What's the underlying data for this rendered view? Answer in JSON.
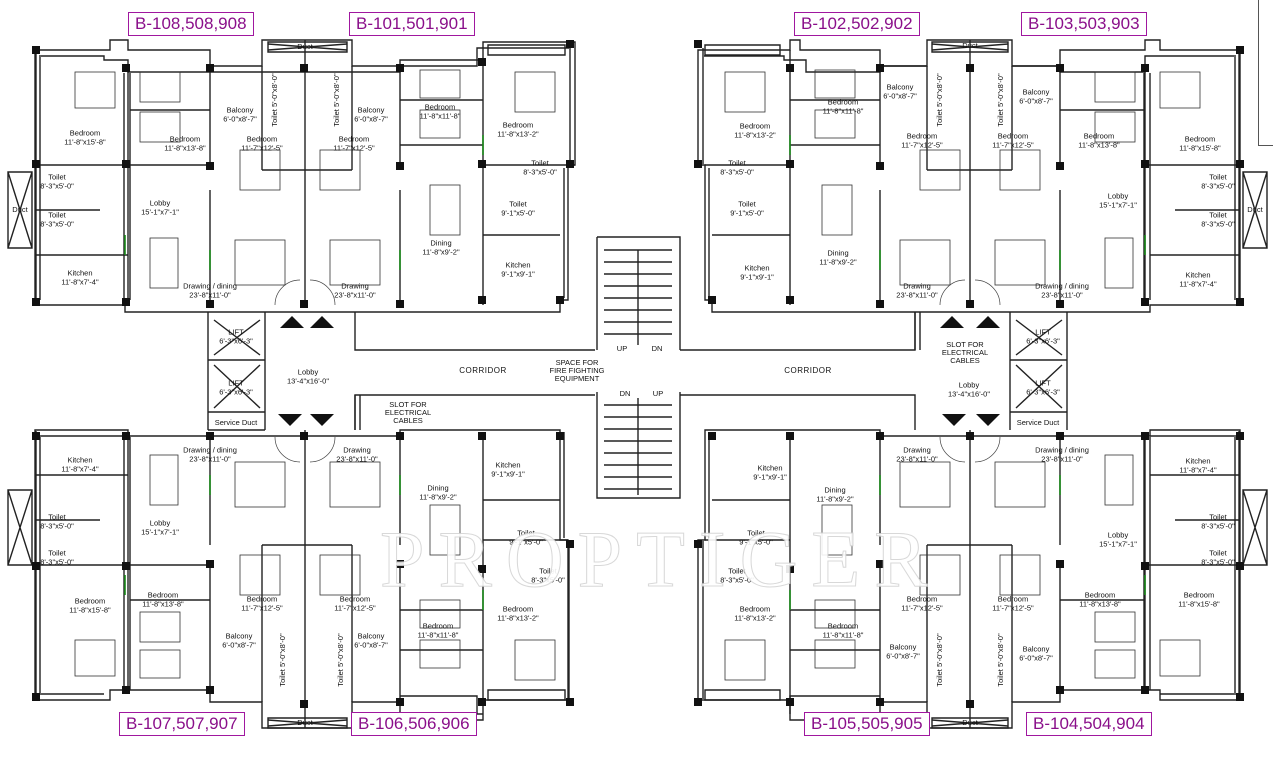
{
  "units": {
    "top_left_a": "B-108,508,908",
    "top_left_b": "B-101,501,901",
    "top_right_a": "B-102,502,902",
    "top_right_b": "B-103,503,903",
    "bottom_left_a": "B-107,507,907",
    "bottom_left_b": "B-106,506,906",
    "bottom_right_a": "B-105,505,905",
    "bottom_right_b": "B-104,504,904"
  },
  "core": {
    "corridor_left": "CORRIDOR",
    "corridor_right": "CORRIDOR",
    "fire_space": [
      "SPACE FOR",
      "FIRE FIGHTING",
      "EQUIPMENT"
    ],
    "lift": "LIFT",
    "lift_dim": "6'-3\"x6'-3\"",
    "lobby": "Lobby",
    "lobby_dim": "13'-4\"x16'-0\"",
    "service_duct": "Service Duct",
    "slot": [
      "SLOT FOR",
      "ELECTRICAL",
      "CABLES"
    ],
    "up": "UP",
    "dn": "DN",
    "duct": "Duct"
  },
  "rooms": {
    "bedroom": "Bedroom",
    "toilet": "Toilet",
    "kitchen": "Kitchen",
    "lobby": "Lobby",
    "balcony": "Balcony",
    "dining": "Dining",
    "drawing": "Drawing",
    "drawing_dining": "Drawing / dining"
  },
  "dims": {
    "bed_11_8x15_8": "11'-8\"x15'-8\"",
    "bed_11_8x13_8": "11'-8\"x13'-8\"",
    "bed_11_7x12_5": "11'-7\"x12'-5\"",
    "bed_11_8x11_8": "11'-8\"x11'-8\"",
    "bed_11_8x13_2": "11'-8\"x13'-2\"",
    "toilet_8_3x5_0": "8'-3\"x5'-0\"",
    "toilet_9_1x5_0": "9'-1\"x5'-0\"",
    "toilet_5_0x8_0": "5'-0\"x8'-0\"",
    "kitchen_11_8x7_4": "11'-8\"x7'-4\"",
    "kitchen_9_1x9_1": "9'-1\"x9'-1\"",
    "lobby_15_1x7_1": "15'-1\"x7'-1\"",
    "balcony_6_0x8_7": "6'-0\"x8'-7\"",
    "dining_11_8x9_2": "11'-8\"x9'-2\"",
    "drawing_23_8x11_0": "23'-8\"x11'-0\""
  },
  "watermark": "PROPTIGER"
}
